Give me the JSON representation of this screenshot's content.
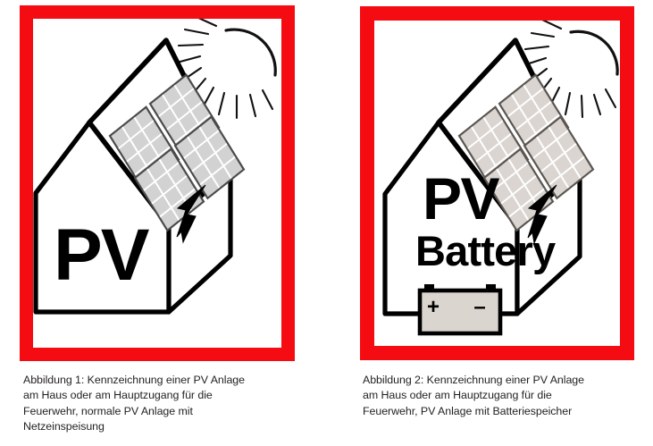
{
  "page": {
    "background_color": "#ffffff",
    "text_color": "#231f20",
    "sign_red": "#f50c12",
    "panel_gray_1": "#d2d2d2",
    "panel_gray_2": "#dad5d0",
    "battery_fill": "#dbd5d0",
    "ink_black": "#000000"
  },
  "figures": [
    {
      "id": "figure-1",
      "sign": {
        "kind": "pv-warning-sign",
        "border_color": "#f50c12",
        "background_color": "#ffffff",
        "house_label": "PV",
        "symbols": [
          "sun-icon",
          "solar-panel-array-icon",
          "house-icon",
          "lightning-bolt-icon"
        ],
        "solar_modules": 4,
        "cells_per_module": "3 x 4"
      },
      "caption": "Abbildung 1: Kennzeichnung einer PV Anlage am Haus oder am Hauptzugang für die Feuerwehr, normale PV Anlage mit Netzeinspeisung",
      "caption_lines": [
        "Abbildung 1: Kennzeichnung einer PV Anlage",
        "am Haus oder am Hauptzugang für die",
        "Feuerwehr, normale PV Anlage mit",
        "Netzeinspeisung"
      ]
    },
    {
      "id": "figure-2",
      "sign": {
        "kind": "pv-battery-warning-sign",
        "border_color": "#f50c12",
        "background_color": "#ffffff",
        "house_label_line1": "PV",
        "house_label_line2": "Battery",
        "battery_positive_label": "+",
        "battery_negative_label": "–",
        "symbols": [
          "sun-icon",
          "solar-panel-array-icon",
          "house-icon",
          "battery-icon",
          "lightning-bolt-icon"
        ],
        "solar_modules": 4,
        "cells_per_module": "3 x 4"
      },
      "caption": "Abbildung 2: Kennzeichnung einer PV Anlage am Haus oder am Hauptzugang für die Feuerwehr, PV Anlage mit Batteriespeicher",
      "caption_lines": [
        "Abbildung 2: Kennzeichnung einer PV Anlage",
        "am Haus oder am Hauptzugang für die",
        "Feuerwehr, PV Anlage mit Batteriespeicher"
      ]
    }
  ]
}
